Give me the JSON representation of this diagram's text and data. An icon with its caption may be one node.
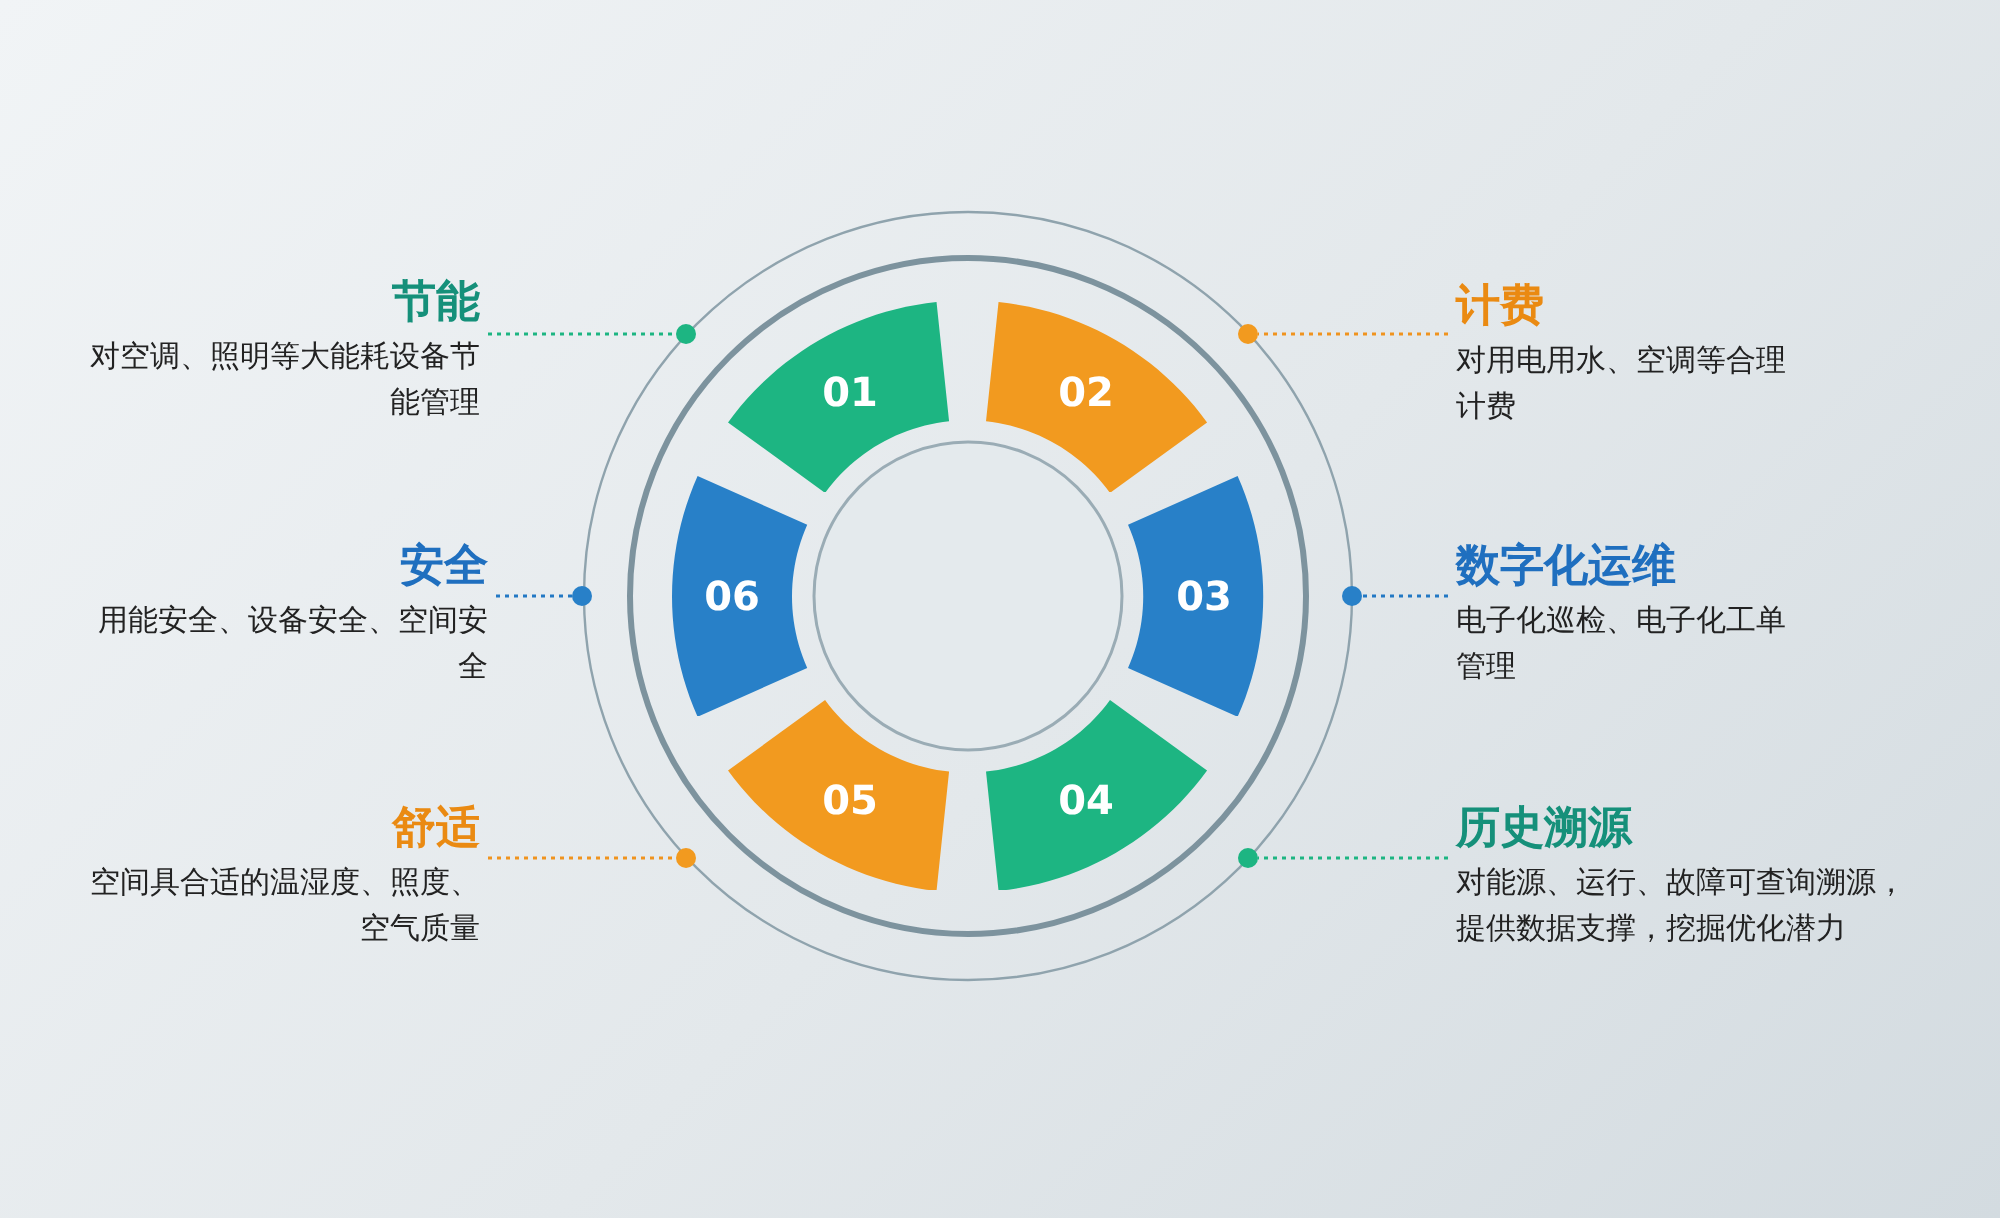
{
  "diagram": {
    "nodes": [
      {
        "text": [
          "节能",
          "对空调、照明等大能耗设备节能管理"
        ]
      },
      {
        "text": [
          "计费",
          "对用电用水、空调等合理计费"
        ]
      },
      {
        "text": [
          "安全",
          "用能安全、设备安全、空间安全"
        ]
      },
      {
        "text": [
          "数字化运维",
          "电子化巡检、电子化工单管理"
        ]
      },
      {
        "text": [
          "舒适",
          "空间具合适的温湿度、照度、空气质量"
        ]
      },
      {
        "text": [
          "历史溯源",
          "对能源、运行、故障可查询溯源，提供数据支撑，挖掘优化潜力"
        ]
      },
      {
        "text": [
          "01"
        ]
      },
      {
        "text": [
          "02"
        ]
      },
      {
        "text": [
          "03"
        ]
      },
      {
        "text": [
          "04"
        ]
      },
      {
        "text": [
          "05"
        ]
      },
      {
        "text": [
          "06"
        ]
      },
      {
        "text": [],
        "shape": "circle"
      },
      {
        "text": [],
        "shape": "circle"
      },
      {
        "text": [],
        "shape": "circle"
      },
      {
        "text": [],
        "shape": "circle"
      },
      {
        "text": [],
        "shape": "circle"
      },
      {
        "text": [],
        "shape": "circle"
      }
    ],
    "edges": [
      {
        "from": 0,
        "to": 12,
        "arrow": "none",
        "style": "dashed",
        "color": "#1db582"
      },
      {
        "from": 1,
        "to": 13,
        "arrow": "none",
        "style": "dashed",
        "color": "#f0931e"
      },
      {
        "from": 2,
        "to": 14,
        "arrow": "none",
        "style": "dashed",
        "color": "#2278c4"
      },
      {
        "from": 3,
        "to": 15,
        "arrow": "none",
        "style": "dashed",
        "color": "#2278c4"
      },
      {
        "from": 4,
        "to": 16,
        "arrow": "none",
        "style": "dashed",
        "color": "#f0931e"
      },
      {
        "from": 5,
        "to": 17,
        "arrow": "none",
        "style": "dashed",
        "color": "#1db582"
      }
    ]
  }
}
